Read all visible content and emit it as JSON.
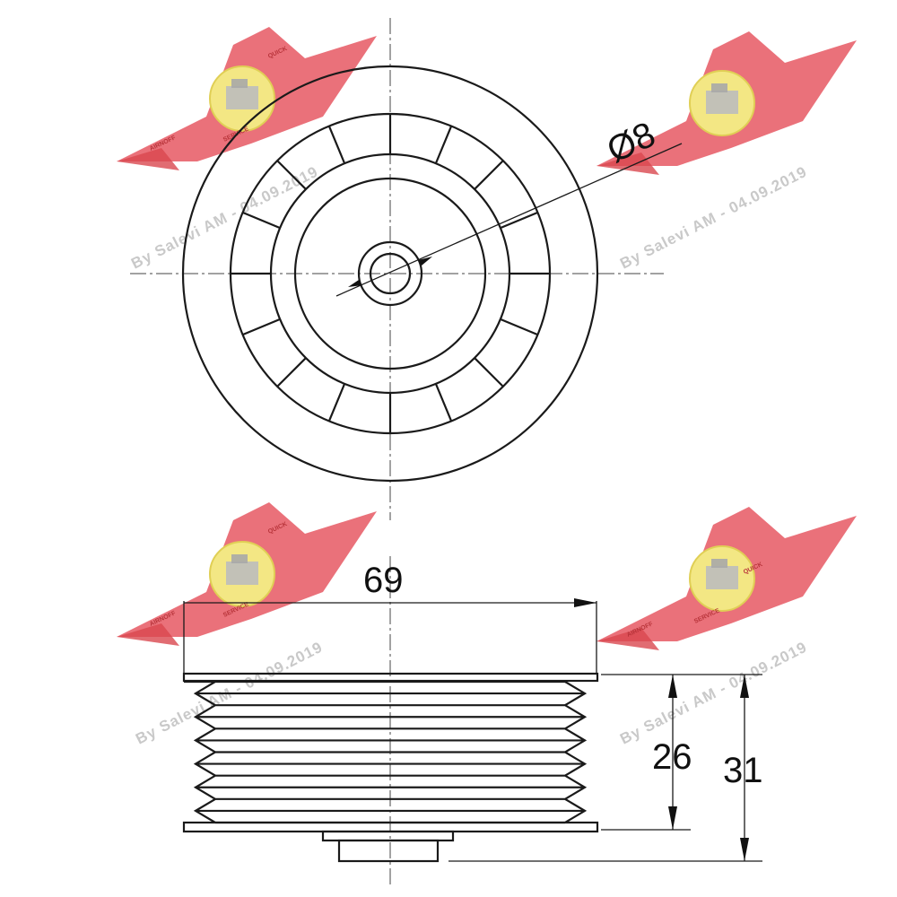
{
  "dimensions": {
    "bore_diameter": "Ø8",
    "outer_diameter": "69",
    "groove_width": "26",
    "total_width": "31"
  },
  "watermark": {
    "text": "By Salevi AM - 04.09.2019",
    "logo_top_text": "QUICK",
    "logo_left_text": "AIRNOFF",
    "logo_right_text": "SERVICE"
  },
  "colors": {
    "line": "#1a1a1a",
    "logo_wing": "#e8626b",
    "logo_badge": "#f3e784",
    "watermark_text": "#c9c9c9"
  }
}
